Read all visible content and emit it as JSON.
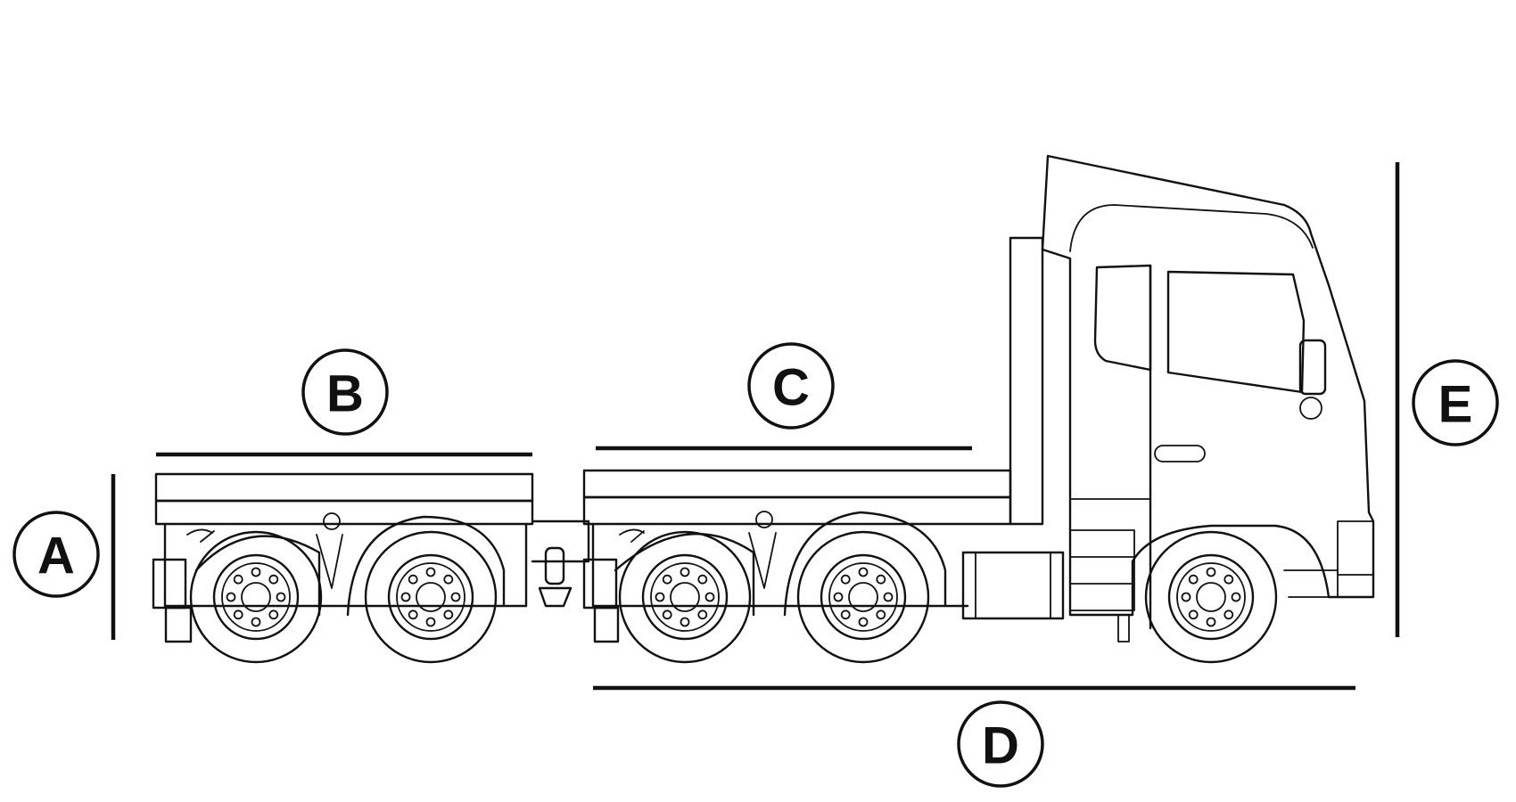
{
  "labels": {
    "A": "A",
    "B": "B",
    "C": "C",
    "D": "D",
    "E": "E"
  },
  "colors": {
    "ink": "#111111",
    "background": "#ffffff"
  }
}
